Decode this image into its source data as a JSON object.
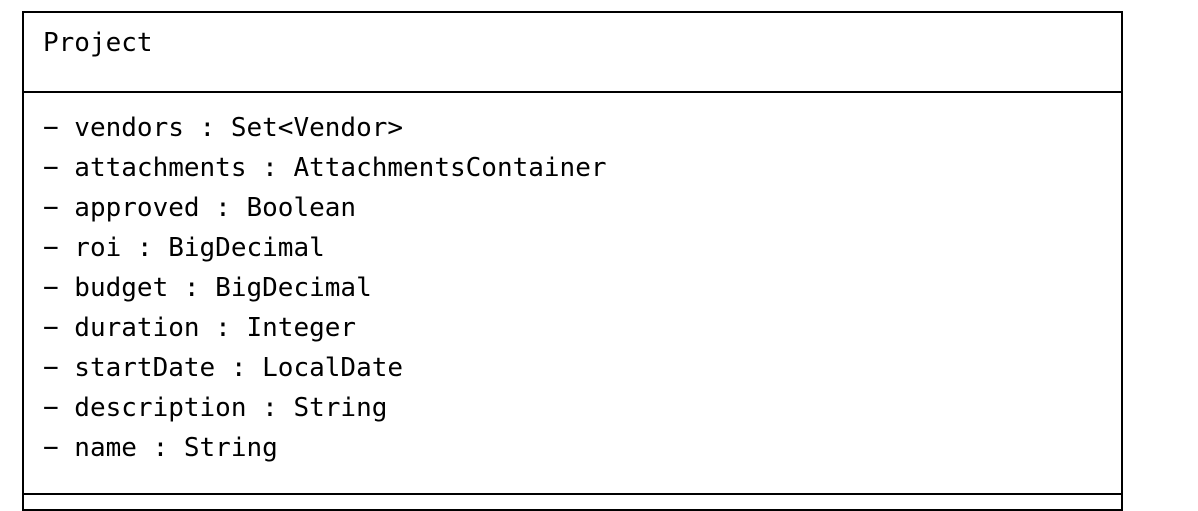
{
  "uml_class": {
    "name": "Project",
    "attributes": [
      "− vendors : Set<Vendor>",
      "− attachments : AttachmentsContainer",
      "− approved : Boolean",
      "− roi : BigDecimal",
      "− budget : BigDecimal",
      "− duration : Integer",
      "− startDate : LocalDate",
      "− description : String",
      "− name : String"
    ]
  }
}
